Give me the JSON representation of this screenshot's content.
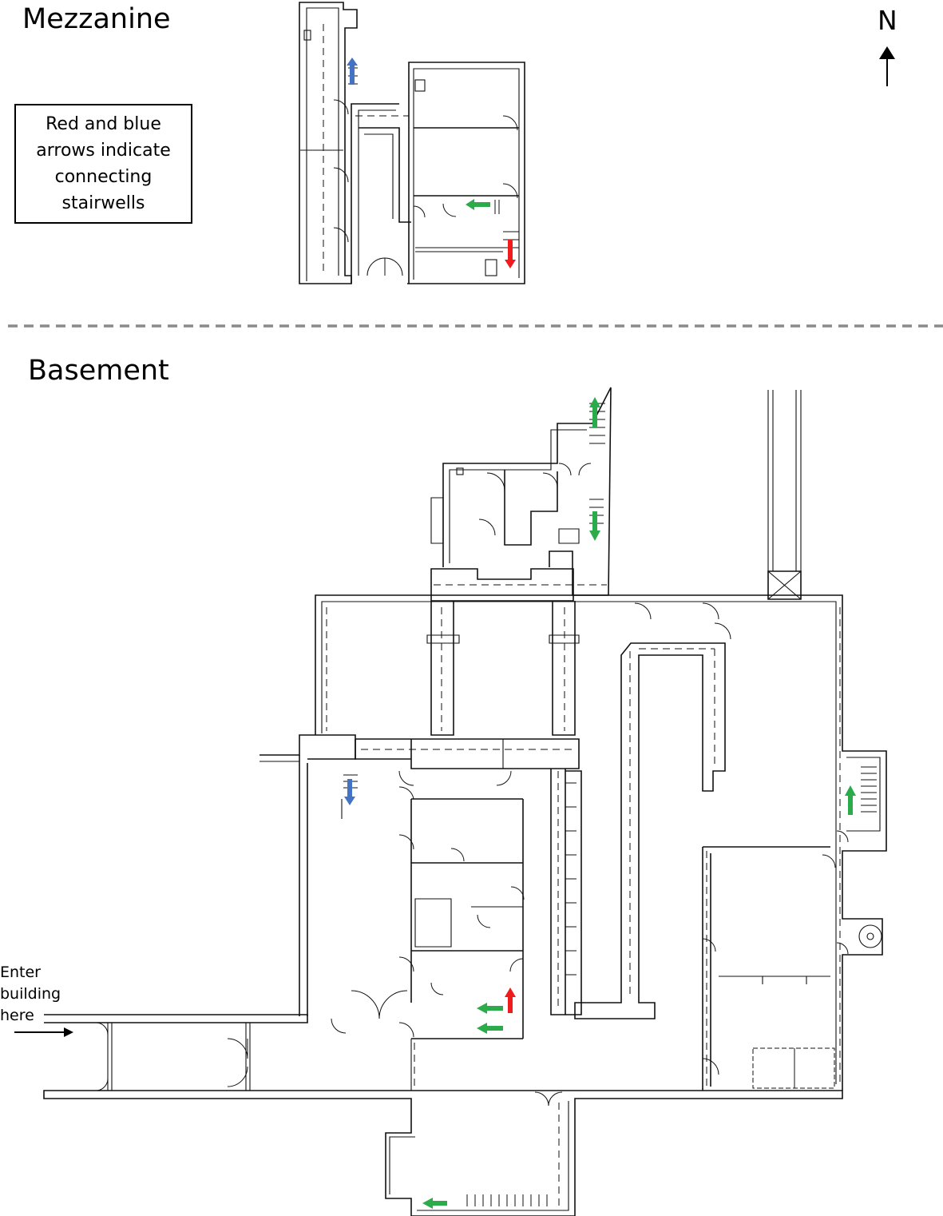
{
  "map": {
    "mezzanine_label": "Mezzanine",
    "basement_label": "Basement",
    "north_label": "N",
    "legend_text": "Red and blue arrows indicate connecting stairwells",
    "entry_text": "Enter building here"
  },
  "colors": {
    "arrow_red": "#ee1c1c",
    "arrow_blue": "#4472c4",
    "arrow_green": "#2bab4a",
    "wall": "#111111",
    "separator": "#8a8a8a"
  },
  "icons": [
    "north-arrow-icon",
    "entry-arrow-icon",
    "stair-arrow-icon"
  ]
}
